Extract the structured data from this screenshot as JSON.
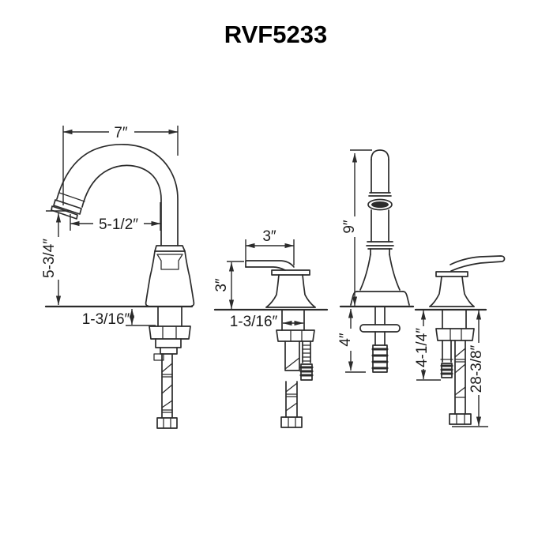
{
  "title": "RVF5233",
  "colors": {
    "line": "#2b2b2b",
    "text": "#1c1c1c",
    "background": "#ffffff"
  },
  "drawing": {
    "spout_side_view": {
      "dim_overall_width": "7″",
      "dim_spout_reach": "5-1/2″",
      "dim_spout_height": "5-3/4″",
      "dim_max_deck_thickness": "1-3/16″"
    },
    "handle_front_view": {
      "dim_handle_width": "3″",
      "dim_handle_height": "3″",
      "dim_shank_diameter": "1-3/16″"
    },
    "spout_front_view": {
      "dim_overall_height": "9″",
      "dim_below_deck_length": "4″"
    },
    "handle_side_view": {
      "dim_below_deck_length": "4-1/4″",
      "dim_hose_length": "28-3/8″"
    }
  }
}
